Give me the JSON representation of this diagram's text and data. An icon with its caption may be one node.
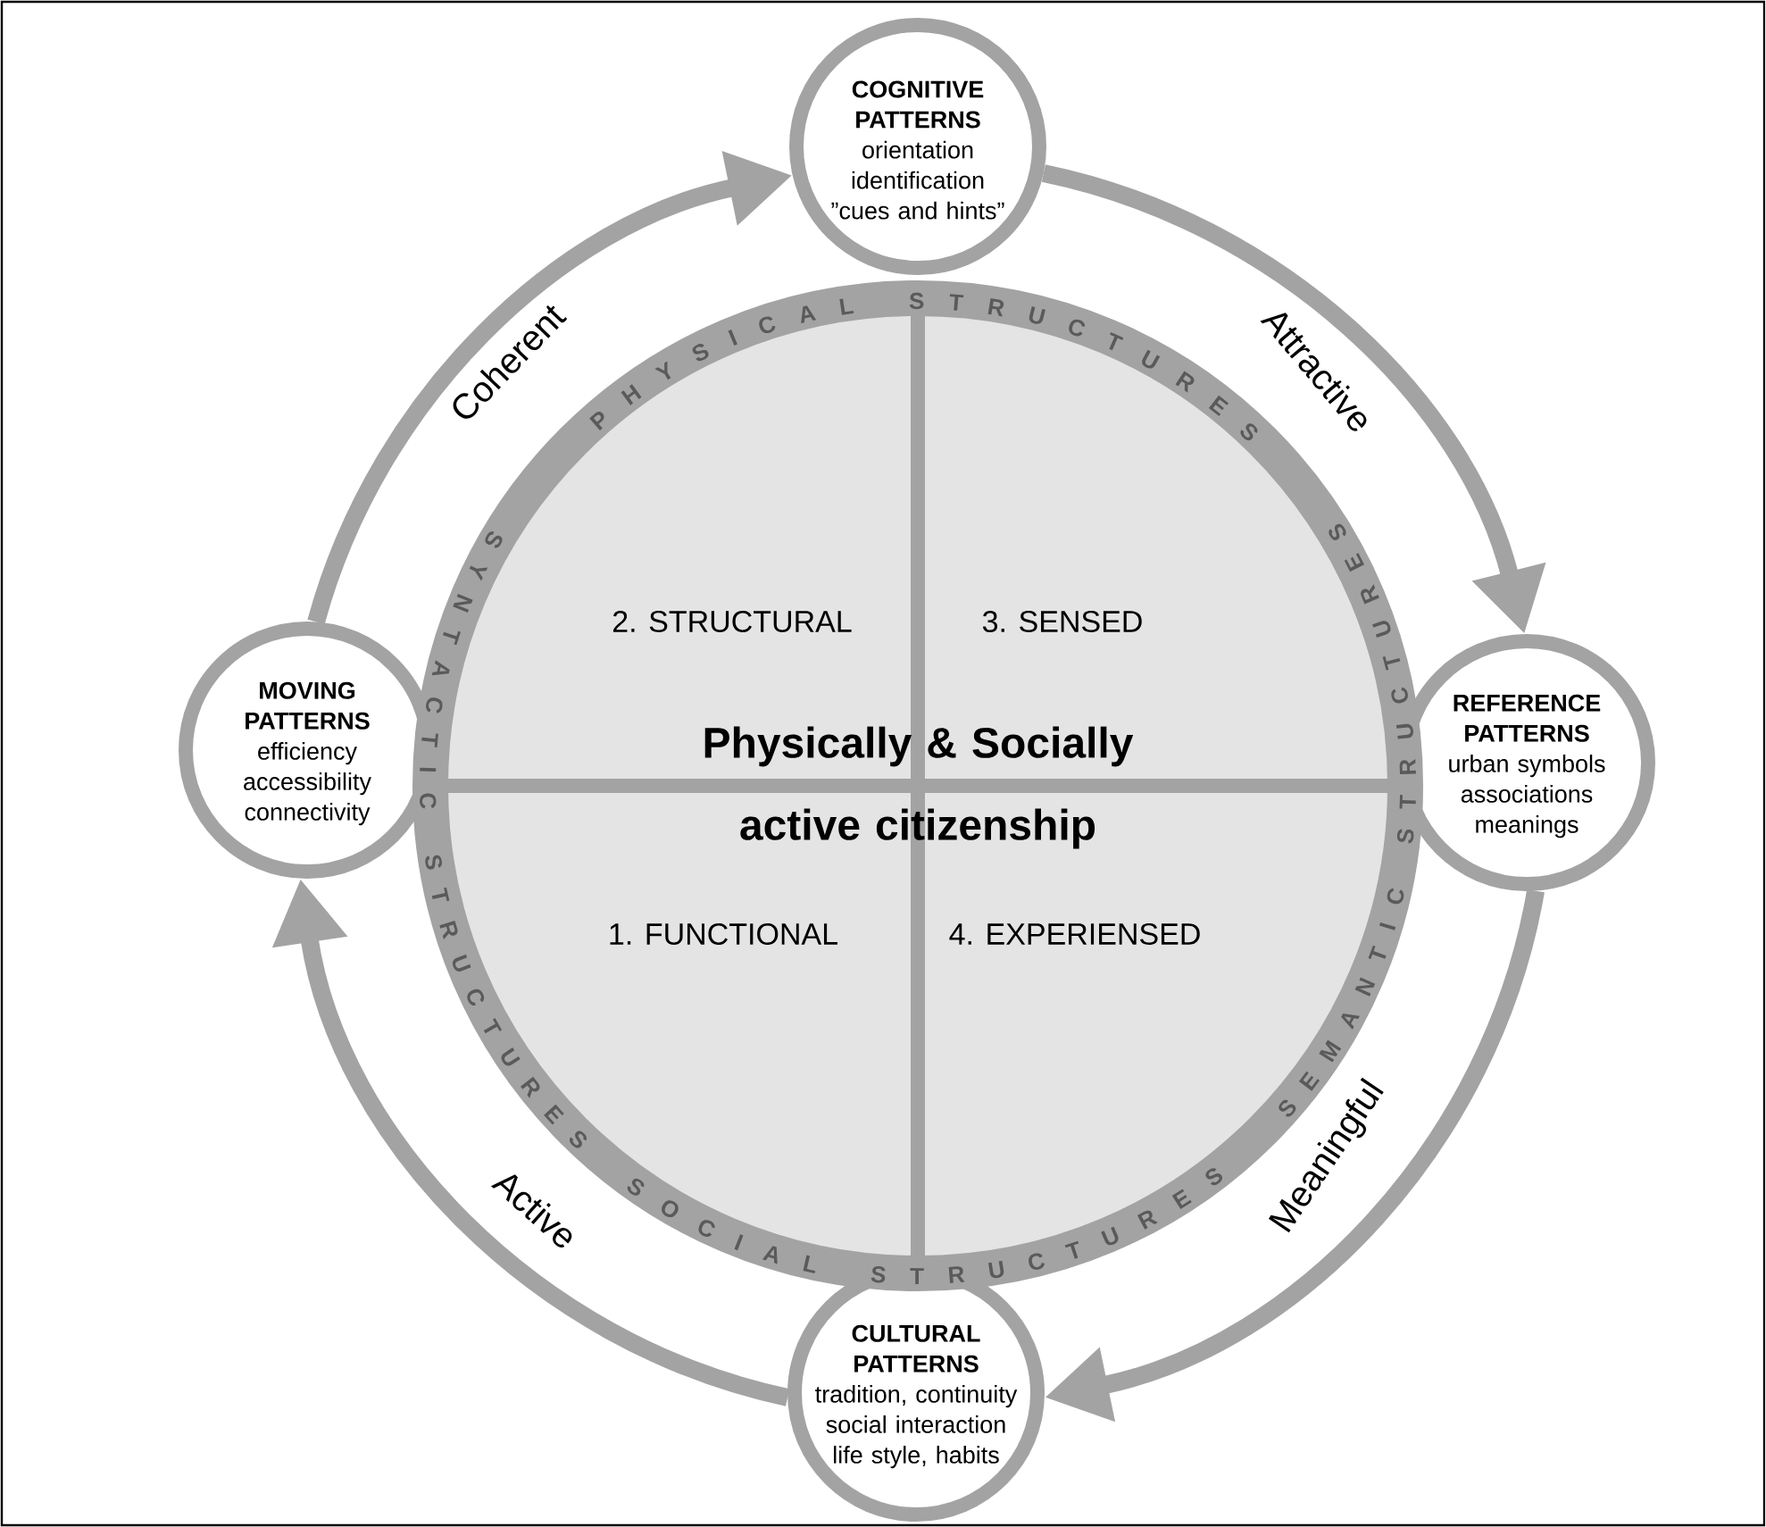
{
  "diagram": {
    "nodes": [
      {
        "text": [
          "COGNITIVE PATTERNS",
          "orientation identification ”cues and hints”"
        ]
      },
      {
        "text": [
          "MOVING PATTERNS",
          "efficiency accessibility connectivity"
        ]
      },
      {
        "text": [
          "REFERENCE PATTERNS",
          "urban symbols associations meanings"
        ]
      },
      {
        "text": [
          "CULTURAL PATTERNS",
          "tradition, continuity social interaction life style, habits"
        ]
      },
      {
        "text": [
          "Physically & Socially active citizenship"
        ]
      },
      {
        "text": [
          "2. STRUCTURAL"
        ],
        "in": 4
      },
      {
        "text": [
          "3. SENSED"
        ],
        "in": 4
      },
      {
        "text": [
          "1. FUNCTIONAL"
        ],
        "in": 4
      },
      {
        "text": [
          "4. EXPERIENSED"
        ],
        "in": 4
      }
    ],
    "edges": [
      {
        "from": 1,
        "to": 0,
        "arrow": "to",
        "label": "Coherent"
      },
      {
        "from": 0,
        "to": 2,
        "arrow": "to",
        "label": "Attractive"
      },
      {
        "from": 2,
        "to": 3,
        "arrow": "to",
        "label": "Meaningful"
      },
      {
        "from": 3,
        "to": 1,
        "arrow": "to",
        "label": "Active"
      }
    ],
    "labels": [
      "PHYSICAL STRUCTURES",
      "SYNTACTIC STRUCTURES",
      "SEMANTIC STRUCTURES",
      "SOCIAL STRUCTURES"
    ]
  }
}
